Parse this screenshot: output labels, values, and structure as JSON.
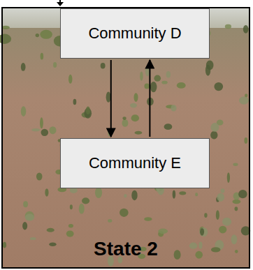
{
  "diagram": {
    "nodes": [
      {
        "text": [
          "State 2"
        ]
      },
      {
        "text": [
          "Community D"
        ],
        "in": 0
      },
      {
        "text": [
          "Community E"
        ],
        "in": 0
      }
    ],
    "edges": [
      {
        "from": 1,
        "to": 2,
        "arrow": "to"
      },
      {
        "from": 2,
        "to": 1,
        "arrow": "to"
      }
    ],
    "labels": []
  }
}
